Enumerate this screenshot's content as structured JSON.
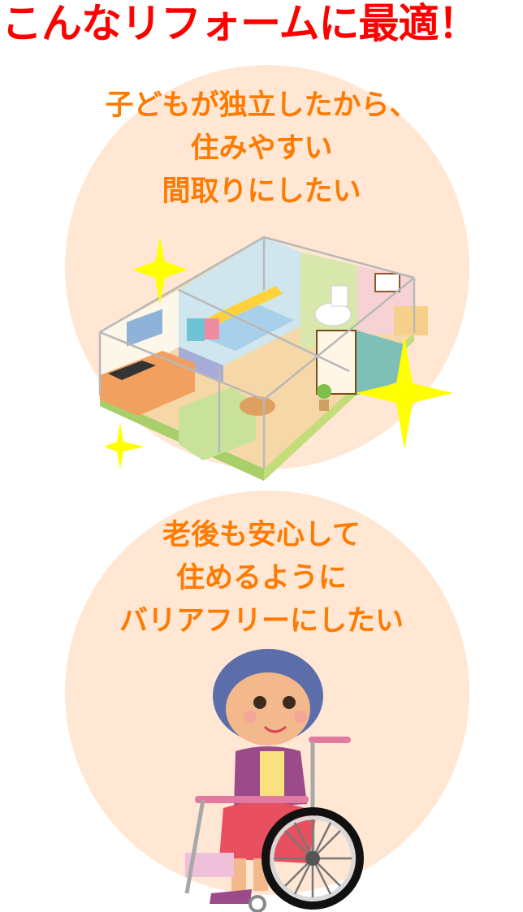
{
  "header": {
    "title": "こんなリフォームに最適！"
  },
  "sections": [
    {
      "caption_lines": [
        "子どもが独立したから、",
        "住みやすい",
        "間取りにしたい"
      ],
      "illustration": "isometric-house-interior-with-sparkles"
    },
    {
      "caption_lines": [
        "老後も安心して",
        "住めるように",
        "バリアフリーにしたい"
      ],
      "illustration": "elderly-woman-in-wheelchair"
    }
  ],
  "colors": {
    "title": "#ff0000",
    "caption": "#ff7a00",
    "circle_bg": "#ffe7d4",
    "sparkle": "#ffff00"
  }
}
